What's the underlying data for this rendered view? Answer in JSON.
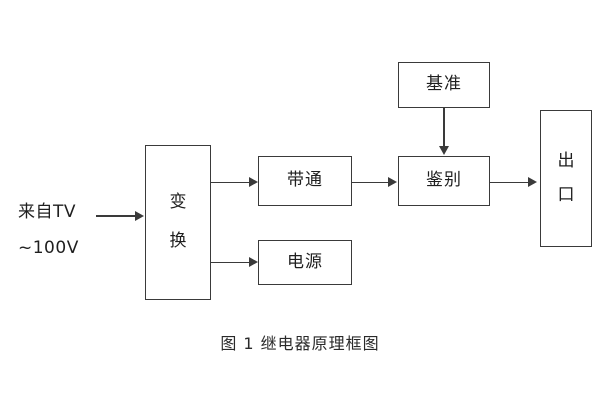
{
  "figure": {
    "caption": "图 1  继电器原理框图",
    "background_color": "#ffffff",
    "line_color": "#3a3a3a",
    "text_color": "#1f1f1f"
  },
  "input": {
    "line1": "来自TV",
    "line2": "~100V"
  },
  "blocks": {
    "convert": {
      "label_top": "变",
      "label_bottom": "换"
    },
    "bandpass": {
      "label": "带通"
    },
    "power": {
      "label": "电源"
    },
    "reference": {
      "label": "基准"
    },
    "discriminate": {
      "label": "鉴别"
    },
    "output": {
      "label_top": "出",
      "label_bottom": "口"
    }
  },
  "connections": [
    {
      "from": "input",
      "to": "convert",
      "direction": "right"
    },
    {
      "from": "convert",
      "to": "bandpass",
      "direction": "right"
    },
    {
      "from": "convert",
      "to": "power",
      "direction": "right"
    },
    {
      "from": "bandpass",
      "to": "discriminate",
      "direction": "right"
    },
    {
      "from": "reference",
      "to": "discriminate",
      "direction": "down"
    },
    {
      "from": "discriminate",
      "to": "output",
      "direction": "right"
    }
  ]
}
